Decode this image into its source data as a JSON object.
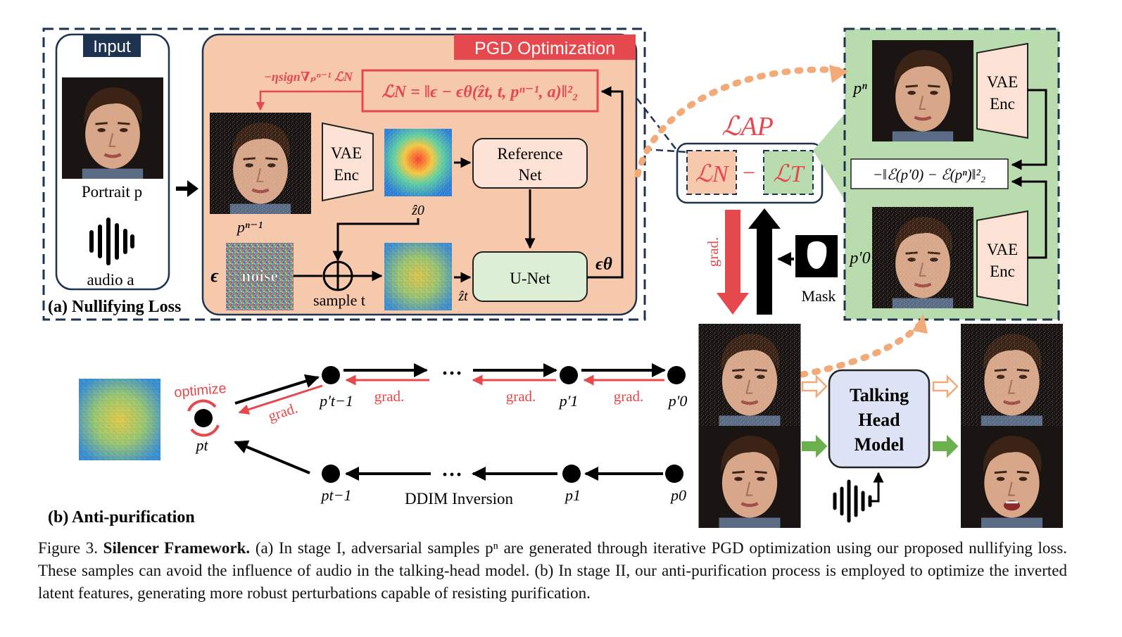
{
  "section_a": {
    "input_label": "Input",
    "pgd_label": "PGD Optimization",
    "portrait_label": "Portrait p",
    "audio_label": "audio a",
    "caption": "(a) Nullifying Loss",
    "grad_update": "−ηsign∇ₚⁿ⁻¹ ℒN",
    "loss_formula": "ℒN = ‖ϵ − ϵθ(ẑt, t, pⁿ⁻¹, a)‖²₂",
    "p_prev": "pⁿ⁻¹",
    "vae_enc": [
      "VAE",
      "Enc"
    ],
    "reference_net": [
      "Reference",
      "Net"
    ],
    "z0": "ẑ0",
    "zt": "ẑt",
    "unet": "U-Net",
    "eps": "ϵ",
    "eps_theta": "ϵθ",
    "noise": "noise",
    "sample_t": "sample t"
  },
  "loss_ap": {
    "title": "ℒAP",
    "ln": "ℒN",
    "minus": "−",
    "lt": "ℒT",
    "grad": "grad."
  },
  "right_panel": {
    "pn": "pⁿ",
    "p0prime": "p′0",
    "vae_enc": [
      "VAE",
      "Enc"
    ],
    "formula": "−‖ℰ(p′0) − ℰ(pⁿ)‖²₂",
    "mask": "Mask"
  },
  "section_b": {
    "caption": "(b) Anti-purification",
    "optimize": "optimize",
    "pt": "pt",
    "top_nodes": [
      "p′t−1",
      "p′1",
      "p′0"
    ],
    "bottom_nodes": [
      "pt−1",
      "p1",
      "p0"
    ],
    "grad": "grad.",
    "ellipsis": "···",
    "ddim": "DDIM Inversion",
    "thm": [
      "Talking",
      "Head",
      "Model"
    ]
  },
  "colors": {
    "dashed_border": "#1e3350",
    "pgd_fill": "#f7c9ac",
    "pgd_red": "#e5484d",
    "green_panel": "#b9dcae",
    "unet_fill": "#dcefd6",
    "ref_fill": "#fbe2d4",
    "thm_fill": "#dde3f5",
    "orange_arrow": "#f2aa78",
    "green_arrow": "#6ab04c"
  },
  "figure_caption": {
    "label": "Figure 3.",
    "title": "Silencer Framework.",
    "text": "(a) In stage I, adversarial samples pⁿ are generated through iterative PGD optimization using our proposed nullifying loss. These samples can avoid the influence of audio in the talking-head model. (b) In stage II, our anti-purification process is employed to optimize the inverted latent features, generating more robust perturbations capable of resisting purification."
  }
}
